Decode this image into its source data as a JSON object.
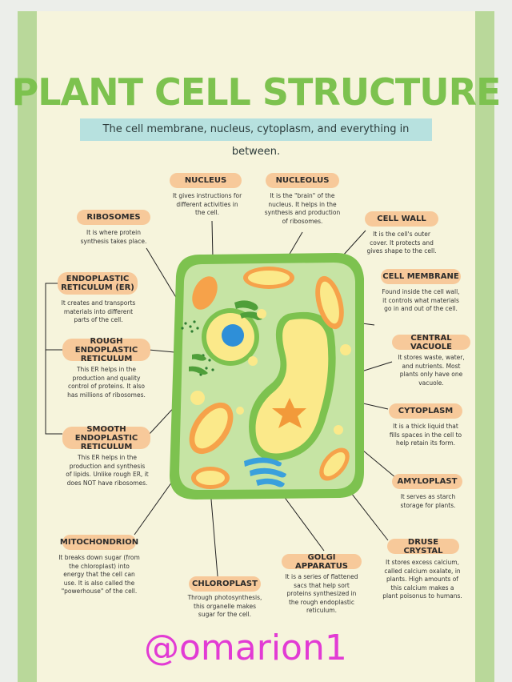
{
  "title": "PLANT CELL STRUCTURE",
  "subtitle": "The cell membrane, nucleus, cytoplasm, and everything in between.",
  "labels": {
    "nucleus": {
      "name": "NUCLEUS",
      "desc": "It gives instructions for different activities in the cell."
    },
    "nucleolus": {
      "name": "NUCLEOLUS",
      "desc": "It is the \"brain\" of the nucleus. It helps in the synthesis and production of ribosomes."
    },
    "ribosomes": {
      "name": "RIBOSOMES",
      "desc": "It is where protein synthesis takes place."
    },
    "cell_wall": {
      "name": "CELL WALL",
      "desc": "It is the cell's outer cover. It protects and gives shape to the cell."
    },
    "er": {
      "name": "ENDOPLASTIC RETICULUM (ER)",
      "desc": "It creates and transports materials into different parts of the cell."
    },
    "cell_membrane": {
      "name": "CELL MEMBRANE",
      "desc": "Found inside the cell wall, it controls what materials go in and out of the cell."
    },
    "rough_er": {
      "name": "ROUGH ENDOPLASTIC RETICULUM",
      "desc": "This ER helps in the production and quality control of proteins. It also has millions of ribosomes."
    },
    "central_vacuole": {
      "name": "CENTRAL VACUOLE",
      "desc": "It stores waste, water, and nutrients. Most plants only have one vacuole."
    },
    "cytoplasm": {
      "name": "CYTOPLASM",
      "desc": "It is a thick liquid that fills spaces in the cell to help retain its form."
    },
    "smooth_er": {
      "name": "SMOOTH ENDOPLASTIC RETICULUM",
      "desc": "This ER helps in the production and synthesis of lipids. Unlike rough ER, it does NOT have ribosomes."
    },
    "amyloplast": {
      "name": "AMYLOPLAST",
      "desc": "It serves as starch storage for plants."
    },
    "mitochondrion": {
      "name": "MITOCHONDRION",
      "desc": "It breaks down sugar (from the chloroplast) into energy that the cell can use. It is also called the \"powerhouse\" of the cell."
    },
    "druse_crystal": {
      "name": "DRUSE CRYSTAL",
      "desc": "It stores excess calcium, called calcium oxalate, in plants. High amounts of this calcium makes a plant poisonus to humans."
    },
    "golgi": {
      "name": "GOLGI APPARATUS",
      "desc": "It is a series of flattened sacs that help sort proteins synthesized in the rough endoplastic reticulum."
    },
    "chloroplast": {
      "name": "CHLOROPLAST",
      "desc": "Through photosynthesis, this organelle makes sugar for the cell."
    }
  },
  "watermark": "@omarion1",
  "colors": {
    "accent_green": "#7dc24f",
    "pill": "#f7c99a",
    "watermark": "#e23bd4"
  }
}
